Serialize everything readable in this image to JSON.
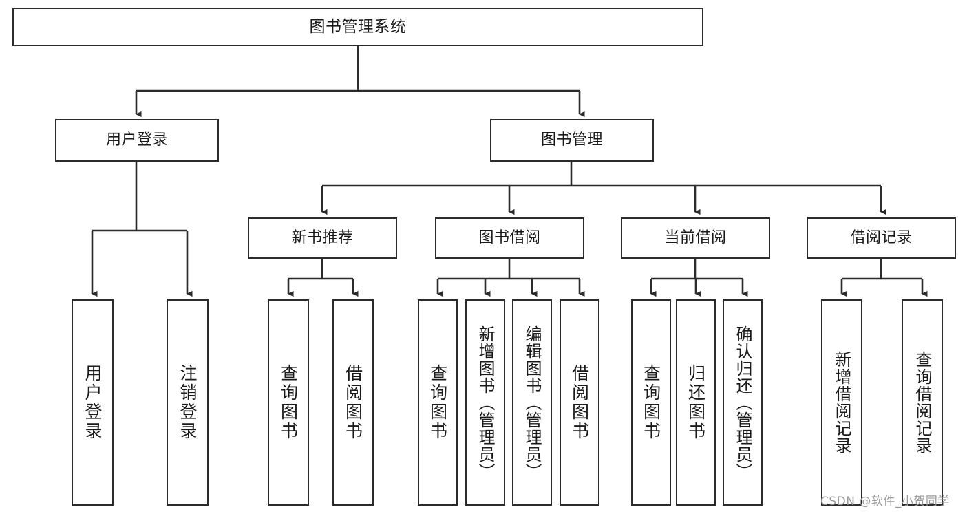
{
  "diagram": {
    "title": "图书管理系统",
    "type": "tree-hierarchy",
    "watermark": "CSDN @软件_小贺同学",
    "colors": {
      "background": "#ffffff",
      "border": "#2b2b2b",
      "text": "#1a1a1a",
      "edge": "#2b2b2b",
      "watermark": "#9a9a9a"
    },
    "root": {
      "label": "图书管理系统"
    },
    "level2": [
      {
        "label": "用户登录"
      },
      {
        "label": "图书管理"
      }
    ],
    "level3": [
      {
        "label": "新书推荐"
      },
      {
        "label": "图书借阅"
      },
      {
        "label": "当前借阅"
      },
      {
        "label": "借阅记录"
      }
    ],
    "leaves": {
      "user_login": [
        {
          "label": "用户登录"
        },
        {
          "label": "注销登录"
        }
      ],
      "new_book_recommend": [
        {
          "label": "查询图书"
        },
        {
          "label": "借阅图书"
        }
      ],
      "book_borrow": [
        {
          "label": "查询图书"
        },
        {
          "label": "新增图书（管理员）"
        },
        {
          "label": "编辑图书（管理员）"
        },
        {
          "label": "借阅图书"
        }
      ],
      "current_borrow": [
        {
          "label": "查询图书"
        },
        {
          "label": "归还图书"
        },
        {
          "label": "确认归还（管理员）"
        }
      ],
      "borrow_record": [
        {
          "label": "新增借阅记录"
        },
        {
          "label": "查询借阅记录"
        }
      ]
    }
  }
}
